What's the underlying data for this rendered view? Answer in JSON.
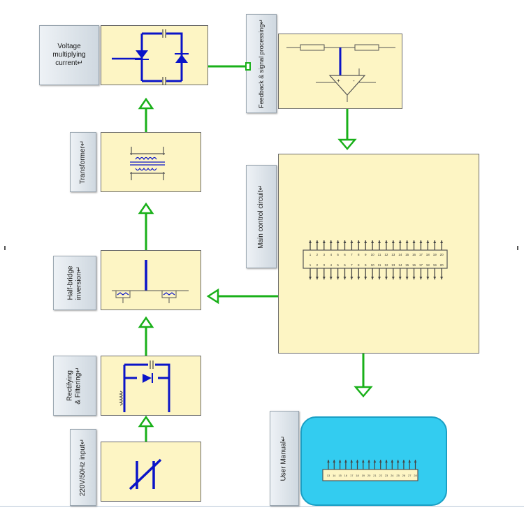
{
  "diagram": {
    "blocks": [
      {
        "id": "input",
        "label": "220V/50Hz input↵"
      },
      {
        "id": "rectify",
        "label": "Rectifying\n& Filtering↵"
      },
      {
        "id": "halfbridge",
        "label": "Half-bridge\ninversion↵"
      },
      {
        "id": "transformer",
        "label": "Transformer↵"
      },
      {
        "id": "multiplier",
        "label": "Voltage\nmultiplying\ncurrent↵"
      },
      {
        "id": "feedback",
        "label": "Feedback & signal processing↵"
      },
      {
        "id": "main",
        "label": "Main control circuit↵"
      },
      {
        "id": "manual",
        "label": "User Manual↵"
      }
    ],
    "main_chip": {
      "top_pins": [
        "1",
        "2",
        "3",
        "4",
        "5",
        "6",
        "7",
        "8",
        "9",
        "10",
        "11",
        "12",
        "13",
        "14",
        "15",
        "16",
        "17",
        "18",
        "19",
        "20"
      ],
      "bottom_pins": [
        "1",
        "2",
        "3",
        "4",
        "5",
        "6",
        "7",
        "8",
        "9",
        "10",
        "11",
        "12",
        "13",
        "14",
        "15",
        "16",
        "17",
        "18",
        "19",
        "20"
      ]
    },
    "manual_chip": {
      "pins": [
        "13",
        "14",
        "15",
        "16",
        "17",
        "18",
        "19",
        "20",
        "21",
        "22",
        "23",
        "24",
        "25",
        "26",
        "27",
        "28"
      ]
    },
    "colors": {
      "block_fill": "#fdf5c4",
      "arrow_green": "#19b019",
      "circuit_blue": "#0a14c8",
      "screen_cyan": "#33ccf0"
    }
  }
}
